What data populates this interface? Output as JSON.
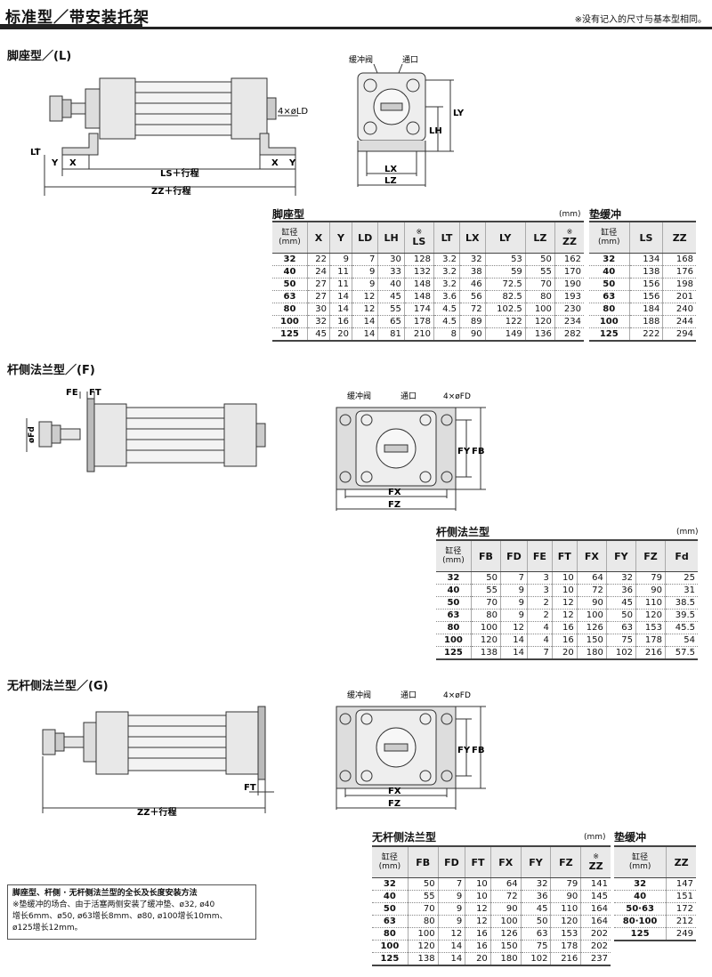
{
  "header": {
    "title": "标准型／带安装托架",
    "note": "※没有记入的尺寸与基本型相同。"
  },
  "foot": {
    "title": "脚座型／(L)",
    "labels": {
      "cushion": "缓冲阀",
      "port": "通口",
      "ld": "4×øLD",
      "lt": "LT",
      "x": "X",
      "y": "Y",
      "ls": "LS＋行程",
      "zz": "ZZ＋行程",
      "lx": "LX",
      "lz": "LZ",
      "lh": "LH",
      "ly": "LY"
    },
    "table_title": "脚座型",
    "unit": "(mm)",
    "bore_header": "缸径\n(mm)",
    "columns": [
      "X",
      "Y",
      "LD",
      "LH",
      "LS",
      "LT",
      "LX",
      "LY",
      "LZ",
      "ZZ"
    ],
    "star": "※",
    "rows": [
      [
        "32",
        "22",
        "9",
        "7",
        "30",
        "128",
        "3.2",
        "32",
        "53",
        "50",
        "162"
      ],
      [
        "40",
        "24",
        "11",
        "9",
        "33",
        "132",
        "3.2",
        "38",
        "59",
        "55",
        "170"
      ],
      [
        "50",
        "27",
        "11",
        "9",
        "40",
        "148",
        "3.2",
        "46",
        "72.5",
        "70",
        "190"
      ],
      [
        "63",
        "27",
        "14",
        "12",
        "45",
        "148",
        "3.6",
        "56",
        "82.5",
        "80",
        "193"
      ],
      [
        "80",
        "30",
        "14",
        "12",
        "55",
        "174",
        "4.5",
        "72",
        "102.5",
        "100",
        "230"
      ],
      [
        "100",
        "32",
        "16",
        "14",
        "65",
        "178",
        "4.5",
        "89",
        "122",
        "120",
        "234"
      ],
      [
        "125",
        "45",
        "20",
        "14",
        "81",
        "210",
        "8",
        "90",
        "149",
        "136",
        "282"
      ]
    ],
    "cushion_title": "垫缓冲",
    "cushion_columns": [
      "LS",
      "ZZ"
    ],
    "cushion_rows": [
      [
        "32",
        "134",
        "168"
      ],
      [
        "40",
        "138",
        "176"
      ],
      [
        "50",
        "156",
        "198"
      ],
      [
        "63",
        "156",
        "201"
      ],
      [
        "80",
        "184",
        "240"
      ],
      [
        "100",
        "188",
        "244"
      ],
      [
        "125",
        "222",
        "294"
      ]
    ]
  },
  "rod_flange": {
    "title": "杆侧法兰型／(F)",
    "labels": {
      "fe": "FE",
      "ft": "FT",
      "fd": "øFd",
      "cushion": "缓冲阀",
      "port": "通口",
      "fd4": "4×øFD",
      "fy": "FY",
      "fb": "FB",
      "fx": "FX",
      "fz": "FZ"
    },
    "table_title": "杆侧法兰型",
    "unit": "(mm)",
    "bore_header": "缸径\n(mm)",
    "columns": [
      "FB",
      "FD",
      "FE",
      "FT",
      "FX",
      "FY",
      "FZ",
      "Fd"
    ],
    "rows": [
      [
        "32",
        "50",
        "7",
        "3",
        "10",
        "64",
        "32",
        "79",
        "25"
      ],
      [
        "40",
        "55",
        "9",
        "3",
        "10",
        "72",
        "36",
        "90",
        "31"
      ],
      [
        "50",
        "70",
        "9",
        "2",
        "12",
        "90",
        "45",
        "110",
        "38.5"
      ],
      [
        "63",
        "80",
        "9",
        "2",
        "12",
        "100",
        "50",
        "120",
        "39.5"
      ],
      [
        "80",
        "100",
        "12",
        "4",
        "16",
        "126",
        "63",
        "153",
        "45.5"
      ],
      [
        "100",
        "120",
        "14",
        "4",
        "16",
        "150",
        "75",
        "178",
        "54"
      ],
      [
        "125",
        "138",
        "14",
        "7",
        "20",
        "180",
        "102",
        "216",
        "57.5"
      ]
    ]
  },
  "head_flange": {
    "title": "无杆侧法兰型／(G)",
    "labels": {
      "ft": "FT",
      "zz": "ZZ＋行程",
      "cushion": "缓冲阀",
      "port": "通口",
      "fd4": "4×øFD",
      "fy": "FY",
      "fb": "FB",
      "fx": "FX",
      "fz": "FZ"
    },
    "table_title": "无杆侧法兰型",
    "unit": "(mm)",
    "bore_header": "缸径\n(mm)",
    "columns": [
      "FB",
      "FD",
      "FT",
      "FX",
      "FY",
      "FZ",
      "ZZ"
    ],
    "star": "※",
    "rows": [
      [
        "32",
        "50",
        "7",
        "10",
        "64",
        "32",
        "79",
        "141"
      ],
      [
        "40",
        "55",
        "9",
        "10",
        "72",
        "36",
        "90",
        "145"
      ],
      [
        "50",
        "70",
        "9",
        "12",
        "90",
        "45",
        "110",
        "164"
      ],
      [
        "63",
        "80",
        "9",
        "12",
        "100",
        "50",
        "120",
        "164"
      ],
      [
        "80",
        "100",
        "12",
        "16",
        "126",
        "63",
        "153",
        "202"
      ],
      [
        "100",
        "120",
        "14",
        "16",
        "150",
        "75",
        "178",
        "202"
      ],
      [
        "125",
        "138",
        "14",
        "20",
        "180",
        "102",
        "216",
        "237"
      ]
    ],
    "cushion_title": "垫缓冲",
    "cushion_columns": [
      "ZZ"
    ],
    "cushion_rows": [
      [
        "32",
        "147"
      ],
      [
        "40",
        "151"
      ],
      [
        "50·63",
        "172"
      ],
      [
        "80·100",
        "212"
      ],
      [
        "125",
        "249"
      ]
    ]
  },
  "note_box": {
    "heading": "脚座型、杆侧 · 无杆侧法兰型的全长及长度安装方法",
    "lines": [
      "※垫缓冲的场合、由于活塞两侧安装了缓冲垫、ø32, ø40",
      "增长6mm、ø50, ø63增长8mm、ø80, ø100增长10mm、",
      "ø125增长12mm。"
    ]
  }
}
